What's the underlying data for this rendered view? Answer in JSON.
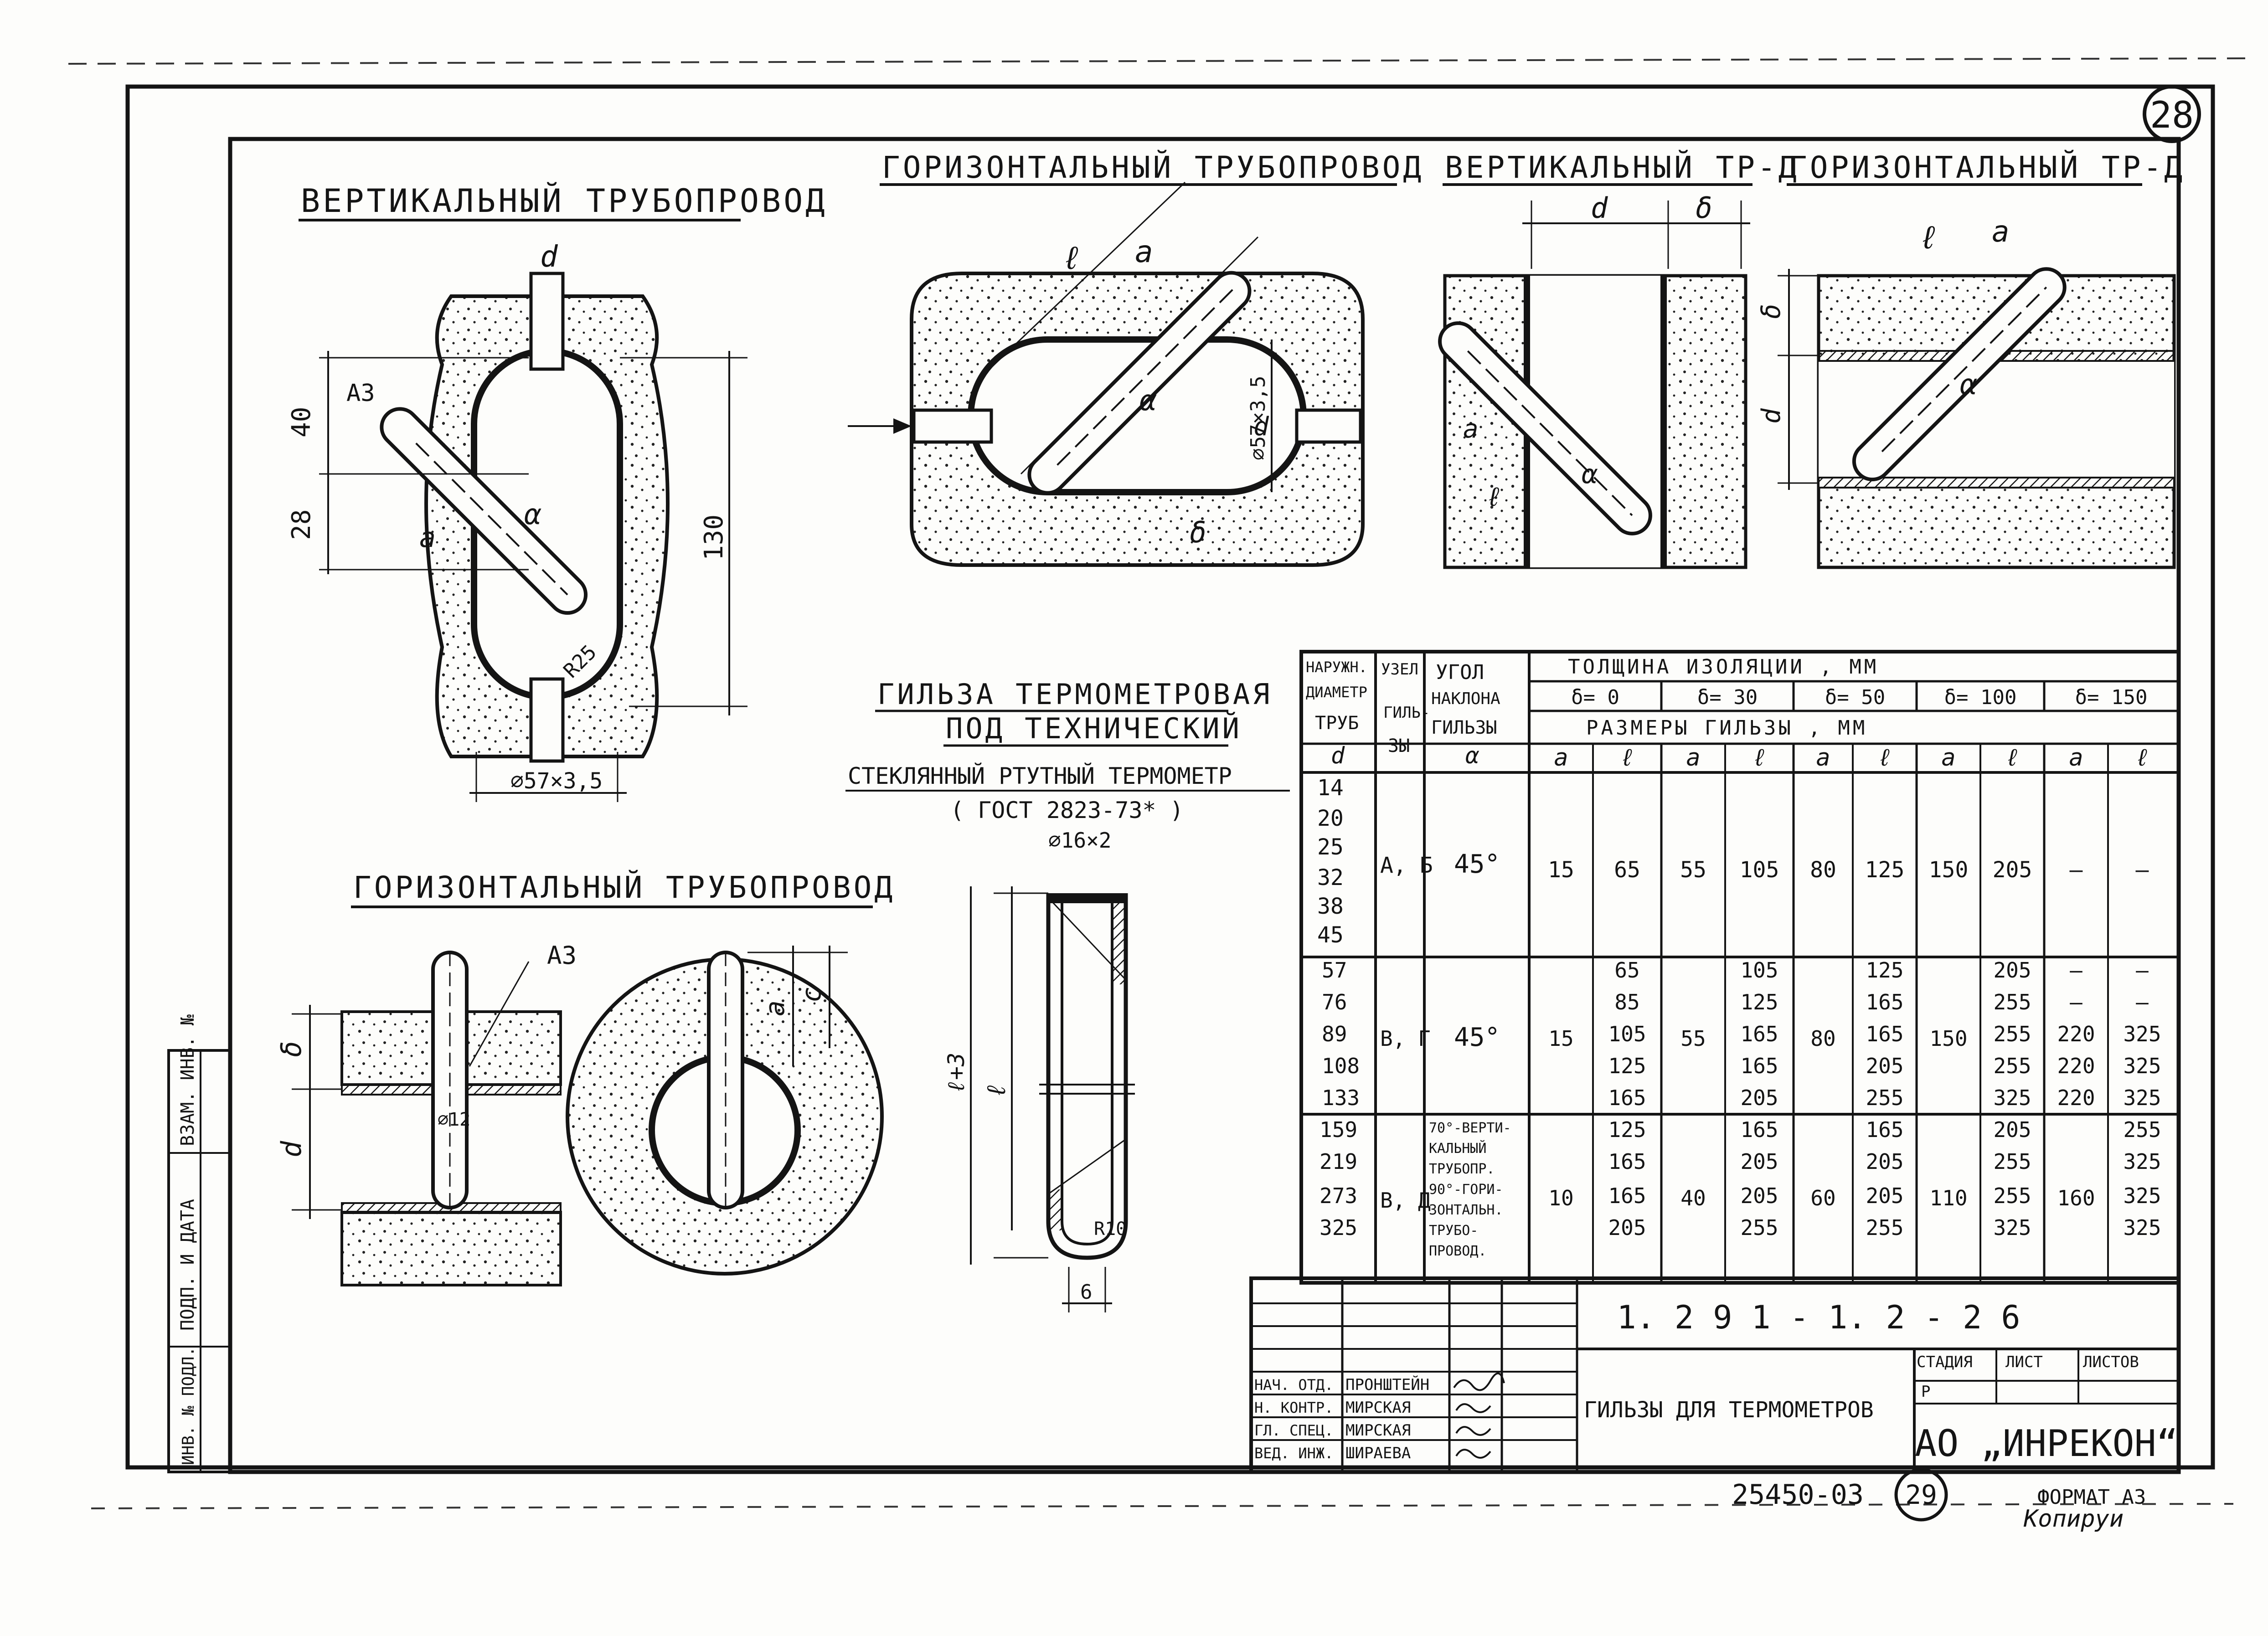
{
  "sheet": {
    "number": "28",
    "archive_number": "25450-03",
    "page_number": "29",
    "format": "ФОРМАТ А3",
    "copier_sign": "Копируи"
  },
  "views": {
    "vertical_pipeline": "ВЕРТИКАЛЬНЫЙ ТРУБОПРОВОД",
    "horizontal_pipeline_top": "ГОРИЗОНТАЛЬНЫЙ ТРУБОПРОВОД",
    "vertical_tr": "ВЕРТИКАЛЬНЫЙ ТР-Д",
    "horizontal_tr": "ГОРИЗОНТАЛЬНЫЙ ТР-Д",
    "horizontal_pipeline_bottom": "ГОРИЗОНТАЛЬНЫЙ ТРУБОПРОВОД"
  },
  "sleeve_title": {
    "line1": "ГИЛЬЗА ТЕРМОМЕТРОВАЯ",
    "line2": "ПОД ТЕХНИЧЕСКИЙ",
    "line3": "СТЕКЛЯННЫЙ РТУТНЫЙ ТЕРМОМЕТР",
    "line4": "( ГОСТ 2823-73* )"
  },
  "dims": {
    "d": "d",
    "a": "a",
    "l": "ℓ",
    "sigma": "δ",
    "alpha": "α",
    "c": "c",
    "dim_40": "40",
    "dim_28": "28",
    "dim_130": "130",
    "r25": "R25",
    "pipe": "⌀57×3,5",
    "pipe_v": "⌀57×3,5",
    "mat_a3": "А3",
    "mat_a3_b": "А3",
    "d12": "⌀12",
    "d16": "⌀16×2",
    "r10": "R10",
    "six": "6",
    "l3": "ℓ+3"
  },
  "table": {
    "h_pipe_d": [
      "НАРУЖН.",
      "ДИАМЕТР",
      "ТРУБ",
      "d"
    ],
    "h_node": [
      "УЗЕЛ",
      "ГИЛЬ-",
      "ЗЫ"
    ],
    "h_angle": [
      "УГОЛ",
      "НАКЛОНА",
      "ГИЛЬЗЫ",
      "α"
    ],
    "h_thickness": "ТОЛЩИНА   ИЗОЛЯЦИИ ,  ММ",
    "h_sizes": "РАЗМЕРЫ   ГИЛЬЗЫ ,  ММ",
    "sigmas": [
      "δ= 0",
      "δ= 30",
      "δ= 50",
      "δ= 100",
      "δ= 150"
    ],
    "sub": [
      "a",
      "ℓ",
      "a",
      "ℓ",
      "a",
      "ℓ",
      "a",
      "ℓ",
      "a",
      "ℓ"
    ],
    "g1": {
      "d": [
        "14",
        "20",
        "25",
        "32",
        "38",
        "45"
      ],
      "node": "А, Б",
      "angle": "45°",
      "row": [
        "15",
        "65",
        "55",
        "105",
        "80",
        "125",
        "150",
        "205",
        "—",
        "—"
      ]
    },
    "g2": {
      "d": [
        "57",
        "76",
        "89",
        "108",
        "133"
      ],
      "node": "В, Г",
      "angle": "45°",
      "a0": "15",
      "a30": "55",
      "a50": "80",
      "a100": "150",
      "l0": [
        "65",
        "85",
        "105",
        "125",
        "165"
      ],
      "l30": [
        "105",
        "125",
        "165",
        "165",
        "205"
      ],
      "l50": [
        "125",
        "165",
        "165",
        "205",
        "255"
      ],
      "l100": [
        "205",
        "255",
        "255",
        "255",
        "325"
      ],
      "a150": [
        "—",
        "—",
        "220",
        "220",
        "220"
      ],
      "l150": [
        "—",
        "—",
        "325",
        "325",
        "325"
      ]
    },
    "g3": {
      "d": [
        "159",
        "219",
        "273",
        "325"
      ],
      "node": "В, Д",
      "angle": [
        "70°-ВЕРТИ-",
        "КАЛЬНЫЙ",
        "ТРУБОПР.",
        "90°-ГОРИ-",
        "ЗОНТАЛЬН.",
        "ТРУБО-",
        "ПРОВОД."
      ],
      "a0": "10",
      "a30": "40",
      "a50": "60",
      "a100": "110",
      "a150": "160",
      "l0": [
        "125",
        "165",
        "165",
        "205"
      ],
      "l30": [
        "165",
        "205",
        "205",
        "255"
      ],
      "l50": [
        "165",
        "205",
        "205",
        "255"
      ],
      "l100": [
        "205",
        "255",
        "255",
        "325"
      ],
      "l150": [
        "255",
        "325",
        "325",
        "325"
      ]
    }
  },
  "stamp": {
    "code": "1. 2 9 1 - 1. 2 - 2 6",
    "title": "ГИЛЬЗЫ ДЛЯ ТЕРМОМЕТРОВ",
    "org": "АО „ИНРЕКОН“",
    "stage_h": "СТАДИЯ",
    "sheet_h": "ЛИСТ",
    "sheets_h": "ЛИСТОВ",
    "stage": "Р",
    "roles": [
      "НАЧ. ОТД.",
      "Н. КОНТР.",
      "ГЛ. СПЕЦ.",
      "ВЕД. ИНЖ."
    ],
    "names": [
      "ПРОНШТЕЙН",
      "МИРСКАЯ",
      "МИРСКАЯ",
      "ШИРАЕВА"
    ]
  },
  "side": {
    "inv": "ИНВ. № ПОДЛ.",
    "sign": "ПОДП. И ДАТА",
    "vzam": "ВЗАМ. ИНВ. №"
  }
}
